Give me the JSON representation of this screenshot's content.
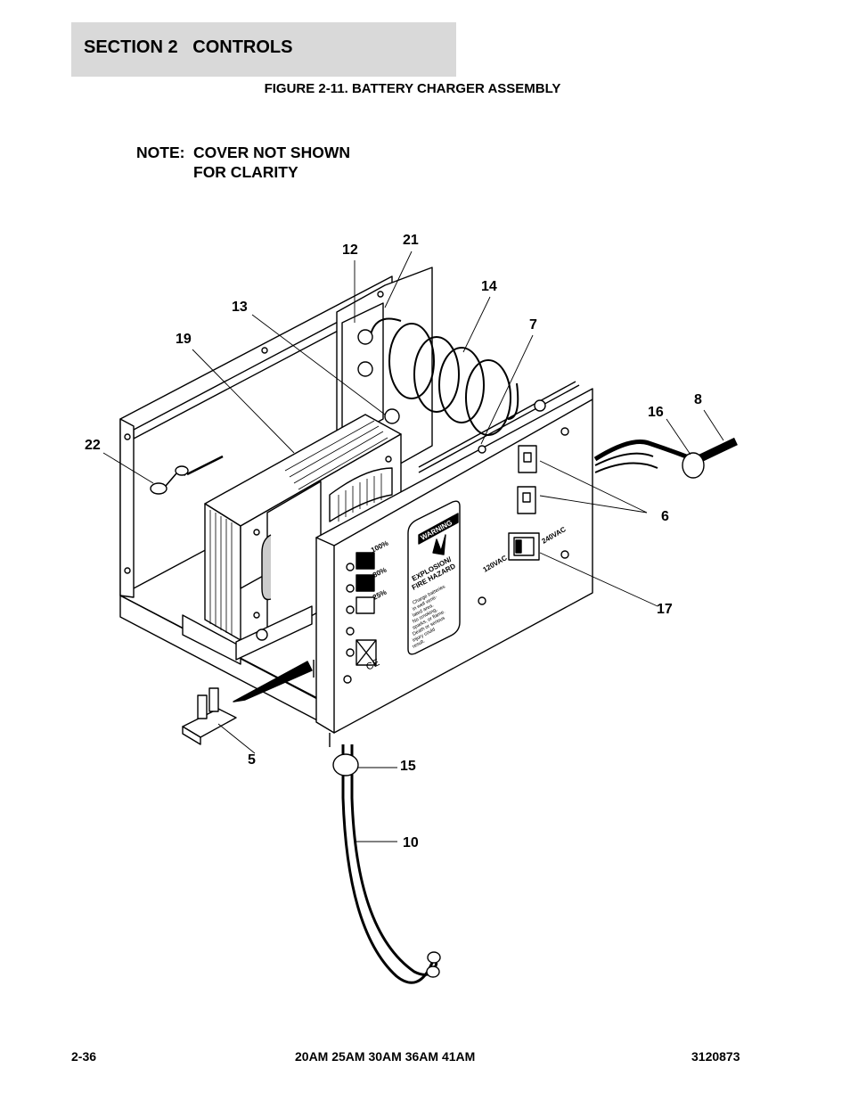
{
  "header": {
    "section_title": "SECTION 2   CONTROLS",
    "figure_title": "FIGURE 2-11. BATTERY CHARGER ASSEMBLY"
  },
  "note": {
    "label": "NOTE:",
    "line1": "COVER NOT SHOWN",
    "line2": "FOR CLARITY"
  },
  "callouts": [
    "12",
    "21",
    "14",
    "13",
    "7",
    "19",
    "16",
    "8",
    "22",
    "6",
    "17",
    "5",
    "15",
    "10"
  ],
  "panel_labels": {
    "warning": "WARNING",
    "hazard_line1": "EXPLOSION/",
    "hazard_line2": "FIRE HAZARD",
    "small_text": [
      "Charge batteries",
      "in well venti-",
      "lated area.",
      "No smoking,",
      "sparks, or flame.",
      "Death or serious",
      "injury could",
      "result."
    ],
    "pct_100": "100%",
    "pct_80": "80%",
    "pct_25": "25%",
    "voltage_120": "120VAC",
    "voltage_240": "240VAC",
    "ce_mark": "CE"
  },
  "footer": {
    "page": "2-36",
    "models": "20AM 25AM 30AM 36AM 41AM",
    "doc_number": "3120873"
  }
}
